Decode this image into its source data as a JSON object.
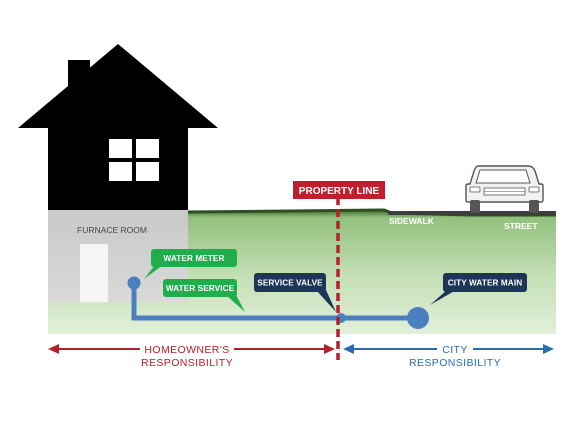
{
  "labels": {
    "furnace_room": "FURNACE ROOM",
    "water_meter": "WATER METER",
    "water_service": "WATER SERVICE",
    "service_valve": "SERVICE VALVE",
    "property_line": "PROPERTY LINE",
    "city_water_main": "CITY WATER MAIN",
    "sidewalk": "SIDEWALK",
    "street": "STREET"
  },
  "responsibility": {
    "homeowner_line1": "HOMEOWNER'S",
    "homeowner_line2": "RESPONSIBILITY",
    "city_line1": "CITY",
    "city_line2": "RESPONSIBILITY"
  },
  "colors": {
    "homeowner_red": "#b5202a",
    "city_blue": "#2b6cb0",
    "pipe_blue": "#4a7fc0",
    "callout_green": "#1fae4b",
    "callout_navy": "#1d3557",
    "ground_green": "#d9ecd0",
    "house_black": "#000000"
  }
}
